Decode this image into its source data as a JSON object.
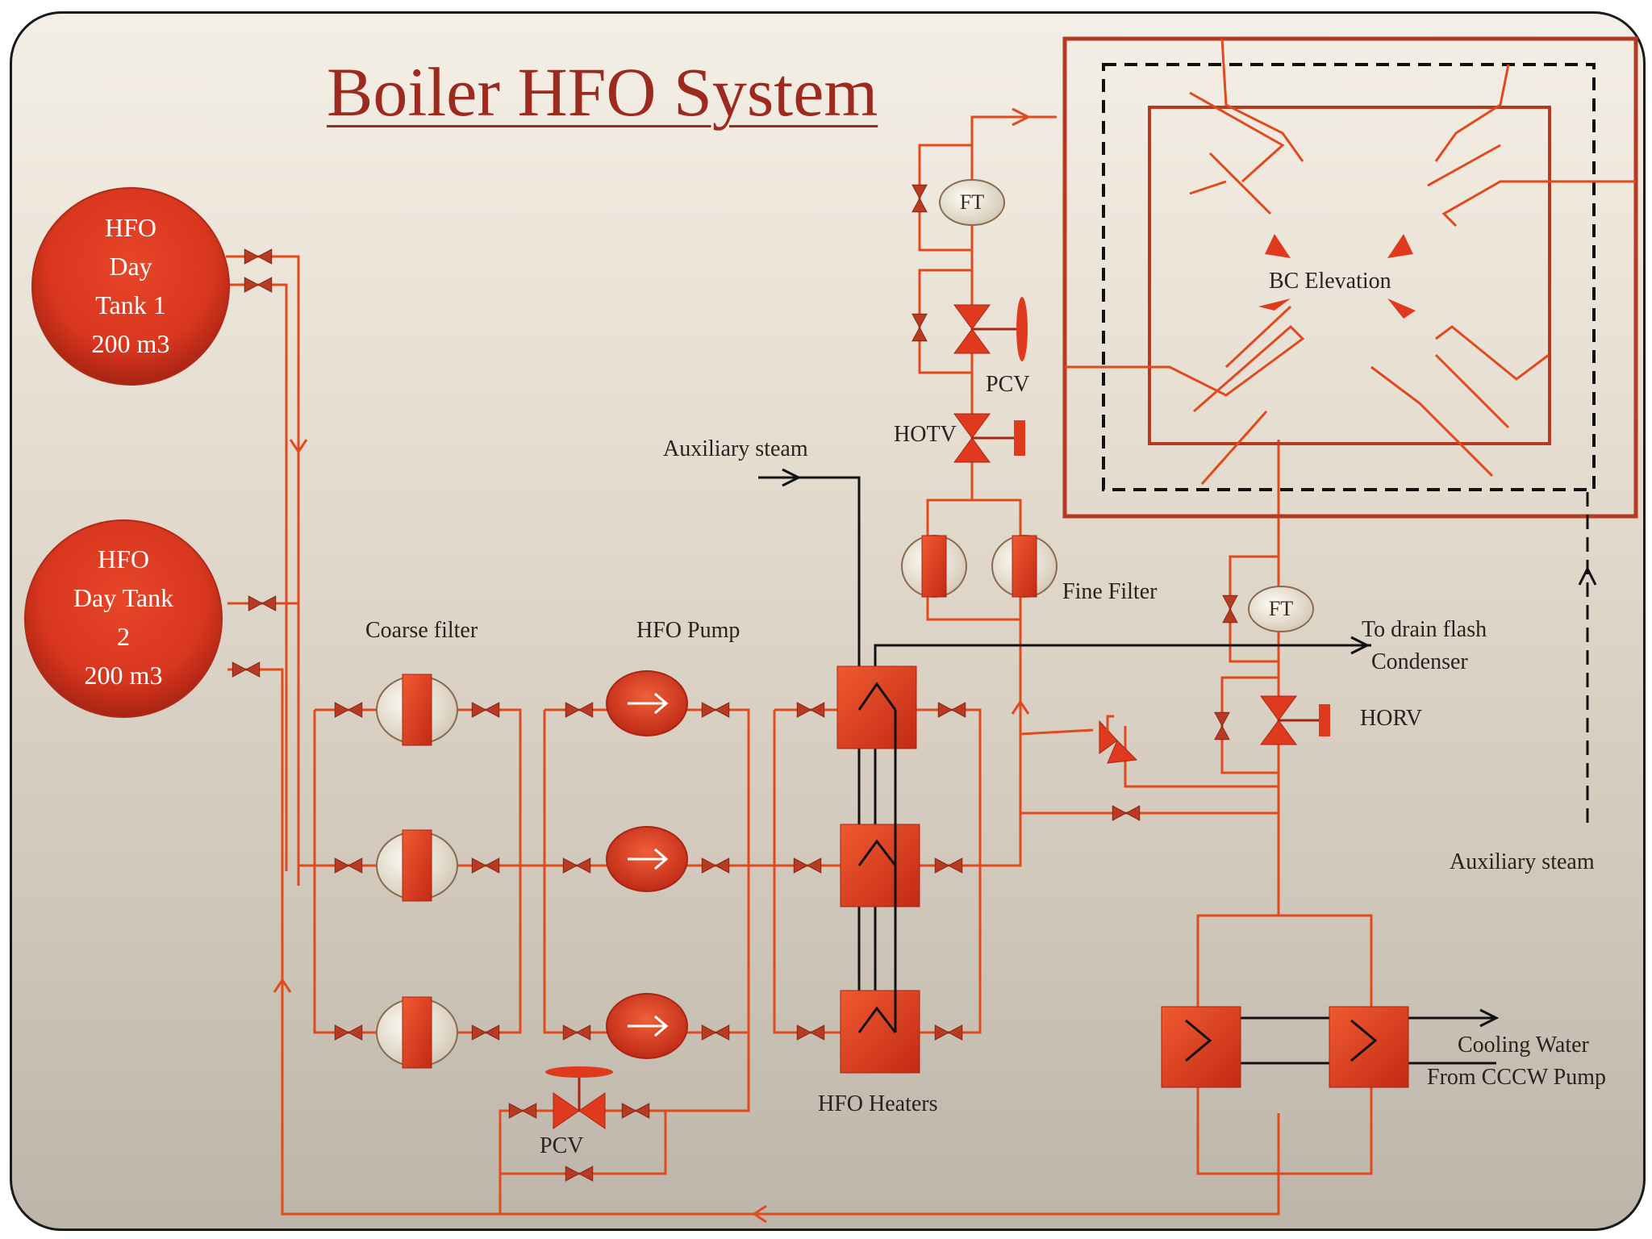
{
  "title": "Boiler HFO System",
  "tanks": [
    {
      "lines": [
        "HFO",
        "Day",
        "Tank  1",
        "200 m3"
      ]
    },
    {
      "lines": [
        "HFO",
        "Day Tank",
        "2",
        "200 m3"
      ]
    }
  ],
  "instruments": {
    "ft": "FT"
  },
  "labels": {
    "coarse_filter": "Coarse filter",
    "hfo_pump": "HFO Pump",
    "hfo_heaters": "HFO Heaters",
    "pcv_bottom": "PCV",
    "pcv_top": "PCV",
    "hotv": "HOTV",
    "fine_filter": "Fine Filter",
    "aux_steam_top": "Auxiliary steam",
    "aux_steam_right": "Auxiliary steam",
    "bc_elevation": "BC Elevation",
    "to_drain_line1": "To drain flash",
    "to_drain_line2": "Condenser",
    "horv": "HORV",
    "cooling_water_line1": "Cooling Water",
    "cooling_water_line2": "From CCCW Pump"
  },
  "colors": {
    "line": "#e04a1c",
    "equipment": "#e03a1e",
    "steam": "#111111",
    "title": "#9c2a1e"
  }
}
